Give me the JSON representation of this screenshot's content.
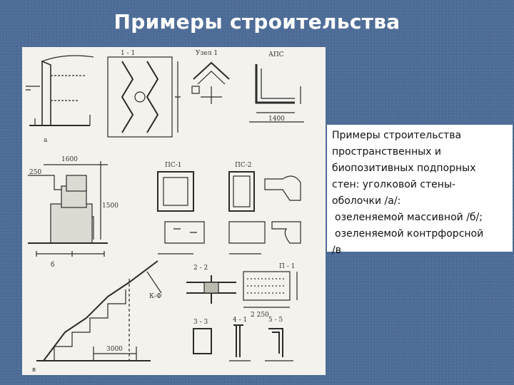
{
  "title": "Примеры строительства",
  "caption": {
    "lines": [
      "Примеры строительства",
      "пространственных и",
      "биопозитивных подпорных",
      "стен: уголковой стены-",
      "оболочки /а/:",
      " озеленяемой массивной /б/;",
      " озеленяемой контрфорсной",
      "/в"
    ]
  },
  "drawing": {
    "labels": {
      "section_1_1": "1 - 1",
      "node_1": "Узел 1",
      "aps_top": "АПС",
      "pos_a": "а",
      "ps1": "ПС-1",
      "ps2": "ПС-2",
      "pos_b": "б",
      "sec_2_2": "2 - 2",
      "p1": "П - 1",
      "sec_3_3": "3 - 3",
      "sec_4_4": "4 - 1",
      "sec_5_5": "5 - 5",
      "pos_v": "в",
      "kf": "К-Ф",
      "dim_1600": "1600",
      "dim_250": "250",
      "dim_1500": "1500",
      "dim_2250": "2 250",
      "dim_3000": "3000",
      "dim_1400": "1400"
    }
  }
}
